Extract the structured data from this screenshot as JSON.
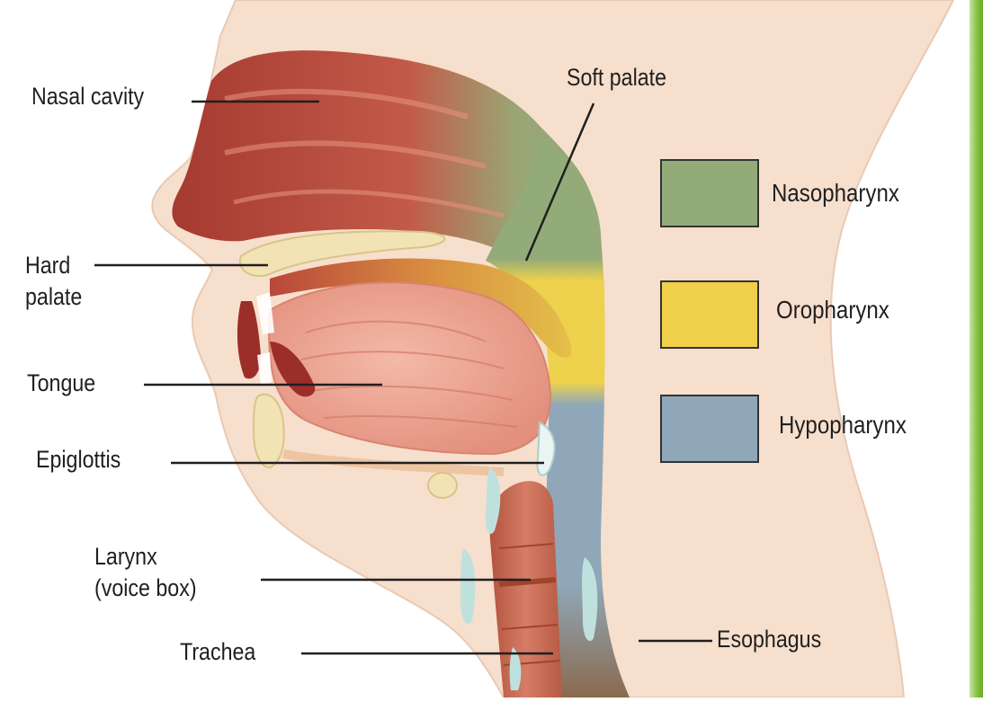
{
  "labels": {
    "nasal_cavity": "Nasal cavity",
    "soft_palate": "Soft palate",
    "hard_palate_line1": "Hard",
    "hard_palate_line2": "palate",
    "tongue": "Tongue",
    "epiglottis": "Epiglottis",
    "larynx_line1": "Larynx",
    "larynx_line2": "(voice box)",
    "trachea": "Trachea",
    "esophagus": "Esophagus"
  },
  "legend": [
    {
      "label": "Nasopharynx",
      "color": "#93ab78"
    },
    {
      "label": "Oropharynx",
      "color": "#f0cf4a"
    },
    {
      "label": "Hypopharynx",
      "color": "#8fa7b8"
    }
  ],
  "colors": {
    "skin": "#f7dfcd",
    "tissue_red": "#b6423a",
    "tongue_pink": "#eca796",
    "bone": "#f2e3b4",
    "cartilage": "#bfe1de",
    "trachea": "#c96a55",
    "accent_green": "#86c242"
  }
}
